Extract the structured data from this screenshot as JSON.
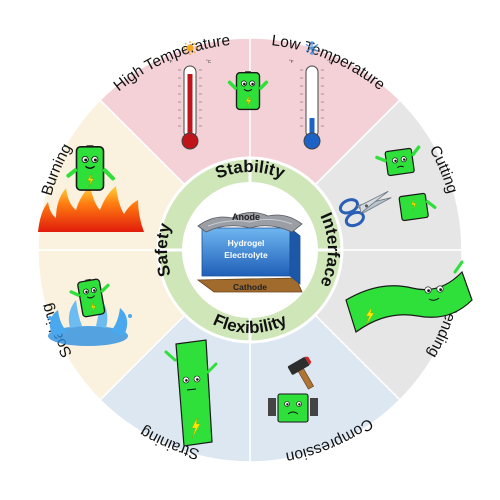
{
  "center": {
    "electrolyte_line1": "Hydrogel",
    "electrolyte_line2": "Electrolyte",
    "anode_label": "Anode",
    "cathode_label": "Cathode"
  },
  "ring": {
    "top": "Stability",
    "right": "Interface",
    "bottom": "Flexibility",
    "left": "Safety"
  },
  "segments": [
    {
      "label": "High Temperature",
      "color": "#f3d1d7"
    },
    {
      "label": "Low Temperature",
      "color": "#f3d1d7"
    },
    {
      "label": "Cutting",
      "color": "#e6e6e6"
    },
    {
      "label": "Bending",
      "color": "#e6e6e6"
    },
    {
      "label": "Compression",
      "color": "#dde7f2"
    },
    {
      "label": "Straining",
      "color": "#dde7f2"
    },
    {
      "label": "Soaking",
      "color": "#faf1de"
    },
    {
      "label": "Burning",
      "color": "#faf1de"
    }
  ],
  "thermometer_units": {
    "f": "°F",
    "c": "°C"
  },
  "colors": {
    "battery_green": "#2fe03a",
    "ring_green": "#cfe6b9",
    "electrolyte_blue": "#2a7bd6"
  },
  "icons": [
    "sun-icon",
    "snowflake-icon",
    "thermometer-hot-icon",
    "thermometer-cold-icon",
    "scissors-icon",
    "hammer-icon",
    "fire-icon",
    "water-splash-icon",
    "lightning-icon"
  ]
}
